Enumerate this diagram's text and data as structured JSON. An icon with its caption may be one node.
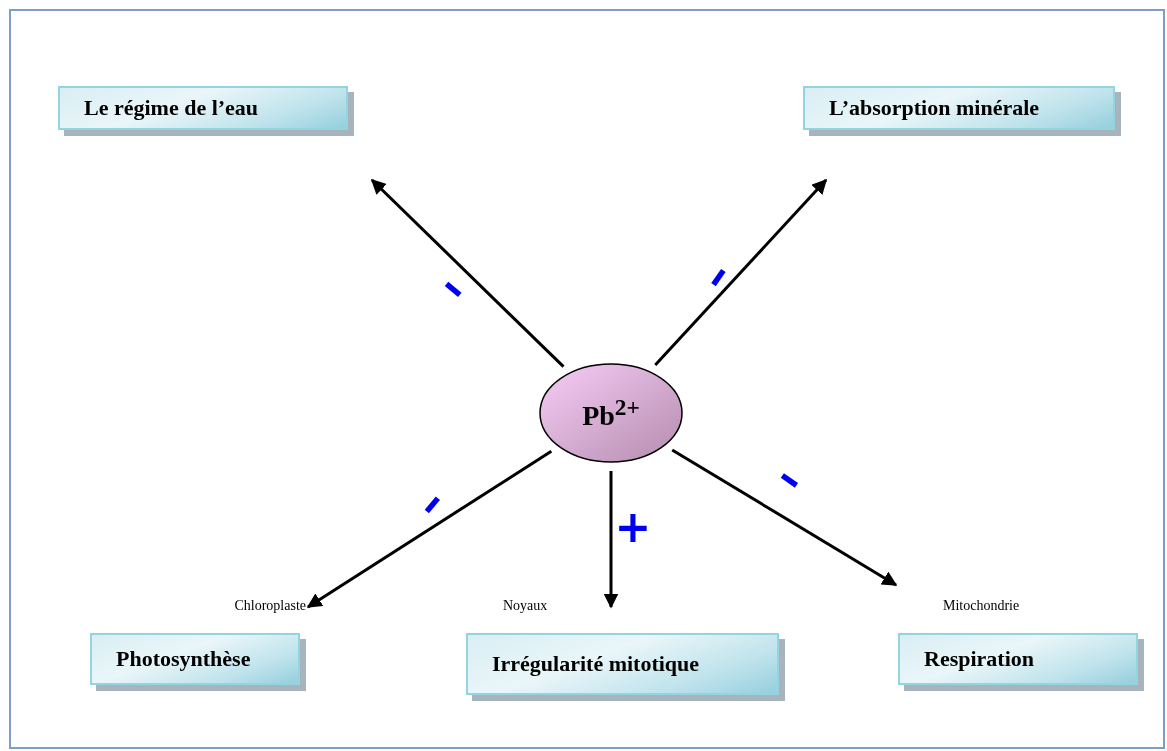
{
  "diagram": {
    "nodes": [
      {
        "text": [
          "Pb$^{2+}$"
        ]
      },
      {
        "text": [
          "Le régime de l’eau"
        ]
      },
      {
        "text": [
          "L’absorption minérale"
        ]
      },
      {
        "text": [
          "Photosynthèse"
        ],
        "beside": [
          "Chloroplaste"
        ]
      },
      {
        "text": [
          "Irrégularité mitotique"
        ],
        "beside": [
          "Noyaux"
        ]
      },
      {
        "text": [
          "Respiration"
        ],
        "beside": [
          "Mitochondrie"
        ]
      }
    ],
    "edges": [
      {
        "from": 0,
        "to": 1,
        "arrow": "to",
        "label": "–"
      },
      {
        "from": 0,
        "to": 2,
        "arrow": "to",
        "label": "–"
      },
      {
        "from": 0,
        "to": 3,
        "arrow": "to",
        "label": "–"
      },
      {
        "from": 0,
        "to": 4,
        "arrow": "to",
        "label": "+"
      },
      {
        "from": 0,
        "to": 5,
        "arrow": "to",
        "label": "–"
      }
    ]
  }
}
